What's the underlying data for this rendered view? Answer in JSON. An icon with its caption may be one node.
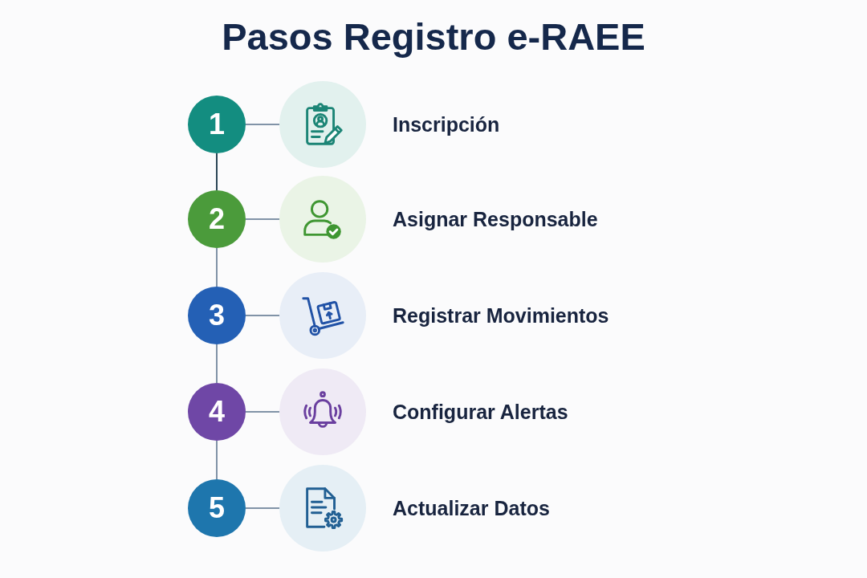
{
  "diagram": {
    "title": "Pasos Registro e-RAEE",
    "nodes": [
      {
        "text": [
          "1"
        ]
      },
      {
        "text": [],
        "shape": "circle",
        "beside": [
          "Inscripción"
        ]
      },
      {
        "text": [
          "2"
        ]
      },
      {
        "text": [],
        "shape": "circle",
        "beside": [
          "Asignar Responsable"
        ]
      },
      {
        "text": [
          "3"
        ]
      },
      {
        "text": [],
        "shape": "circle",
        "beside": [
          "Registrar Movimientos"
        ]
      },
      {
        "text": [
          "4"
        ]
      },
      {
        "text": [],
        "shape": "circle",
        "beside": [
          "Configurar Alertas"
        ]
      },
      {
        "text": [
          "5"
        ]
      },
      {
        "text": [],
        "shape": "circle",
        "beside": [
          "Actualizar Datos"
        ]
      }
    ],
    "edges": [
      {
        "from": 0,
        "to": 1,
        "arrow": "none"
      },
      {
        "from": 0,
        "to": 2,
        "arrow": "none",
        "color": "#2c4657"
      },
      {
        "from": 2,
        "to": 3,
        "arrow": "none"
      },
      {
        "from": 2,
        "to": 4,
        "arrow": "none"
      },
      {
        "from": 4,
        "to": 5,
        "arrow": "none"
      },
      {
        "from": 4,
        "to": 6,
        "arrow": "none"
      },
      {
        "from": 6,
        "to": 7,
        "arrow": "none"
      },
      {
        "from": 6,
        "to": 8,
        "arrow": "none"
      },
      {
        "from": 8,
        "to": 9,
        "arrow": "none"
      }
    ]
  }
}
